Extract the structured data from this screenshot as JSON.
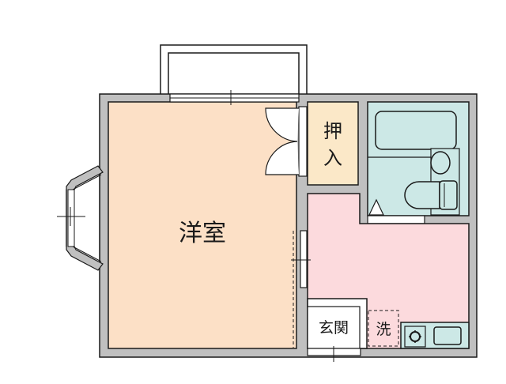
{
  "floorplan": {
    "rooms": {
      "western_room": {
        "label": "洋室",
        "color": "#fce0c6"
      },
      "closet": {
        "label_line1": "押",
        "label_line2": "入",
        "color": "#fbe8c8"
      },
      "bathroom": {
        "color": "#cce8e6"
      },
      "kitchen": {
        "color": "#fcdadd"
      },
      "entrance": {
        "label": "玄関",
        "color": "#ffffff"
      },
      "laundry": {
        "label": "洗",
        "color": "#fcdadd"
      },
      "sink_counter": {
        "color": "#cce8e6"
      }
    },
    "colors": {
      "wall": "#c0c0c0",
      "line": "#1a1a1a",
      "background": "#ffffff"
    }
  }
}
